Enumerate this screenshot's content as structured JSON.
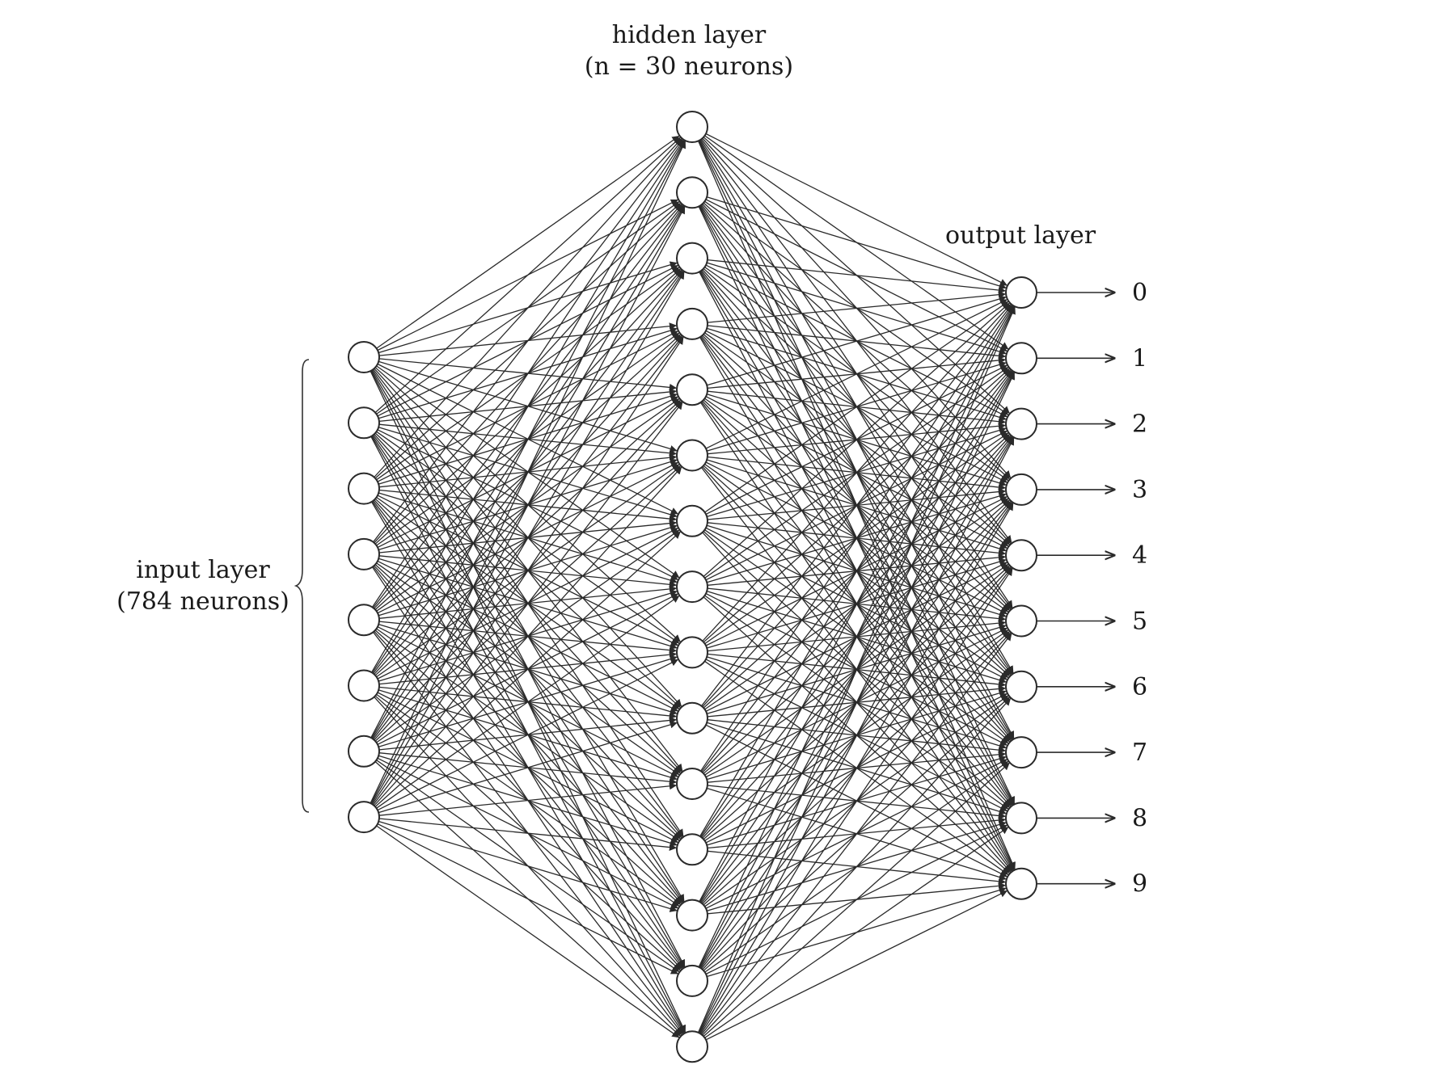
{
  "diagram": {
    "title_hidden_line1": "hidden layer",
    "title_hidden_line2": "(n = 30 neurons)",
    "title_output": "output layer",
    "title_input_line1": "input layer",
    "title_input_line2": "(784 neurons)",
    "input_neurons_shown": 8,
    "hidden_neurons_shown": 15,
    "output_labels": [
      "0",
      "1",
      "2",
      "3",
      "4",
      "5",
      "6",
      "7",
      "8",
      "9"
    ],
    "colors": {
      "stroke": "#2a2a2a",
      "background": "#ffffff"
    }
  }
}
